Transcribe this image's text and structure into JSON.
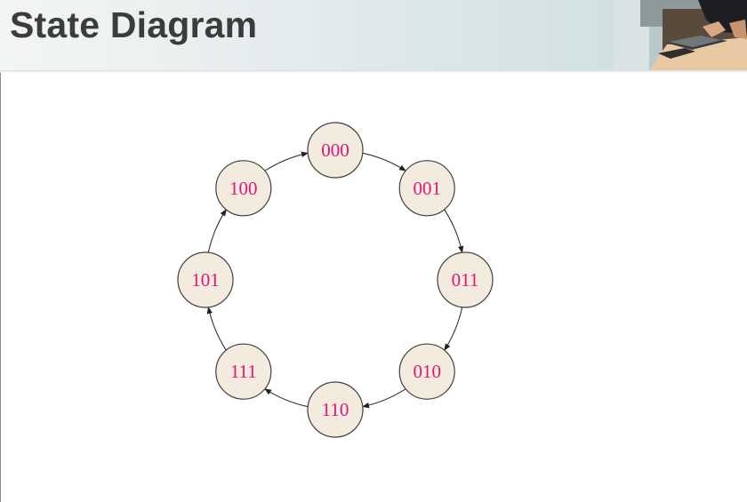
{
  "header": {
    "title": "State Diagram"
  },
  "diagram": {
    "type": "state-cycle",
    "states": [
      "000",
      "001",
      "011",
      "010",
      "110",
      "111",
      "101",
      "100"
    ],
    "transitions": [
      [
        "000",
        "001"
      ],
      [
        "001",
        "011"
      ],
      [
        "011",
        "010"
      ],
      [
        "010",
        "110"
      ],
      [
        "110",
        "111"
      ],
      [
        "111",
        "101"
      ],
      [
        "101",
        "100"
      ],
      [
        "100",
        "000"
      ]
    ]
  },
  "colors": {
    "node_fill": "#f4ebdf",
    "node_stroke": "#404040",
    "label": "#e0177a",
    "title": "#3c3c3c"
  }
}
